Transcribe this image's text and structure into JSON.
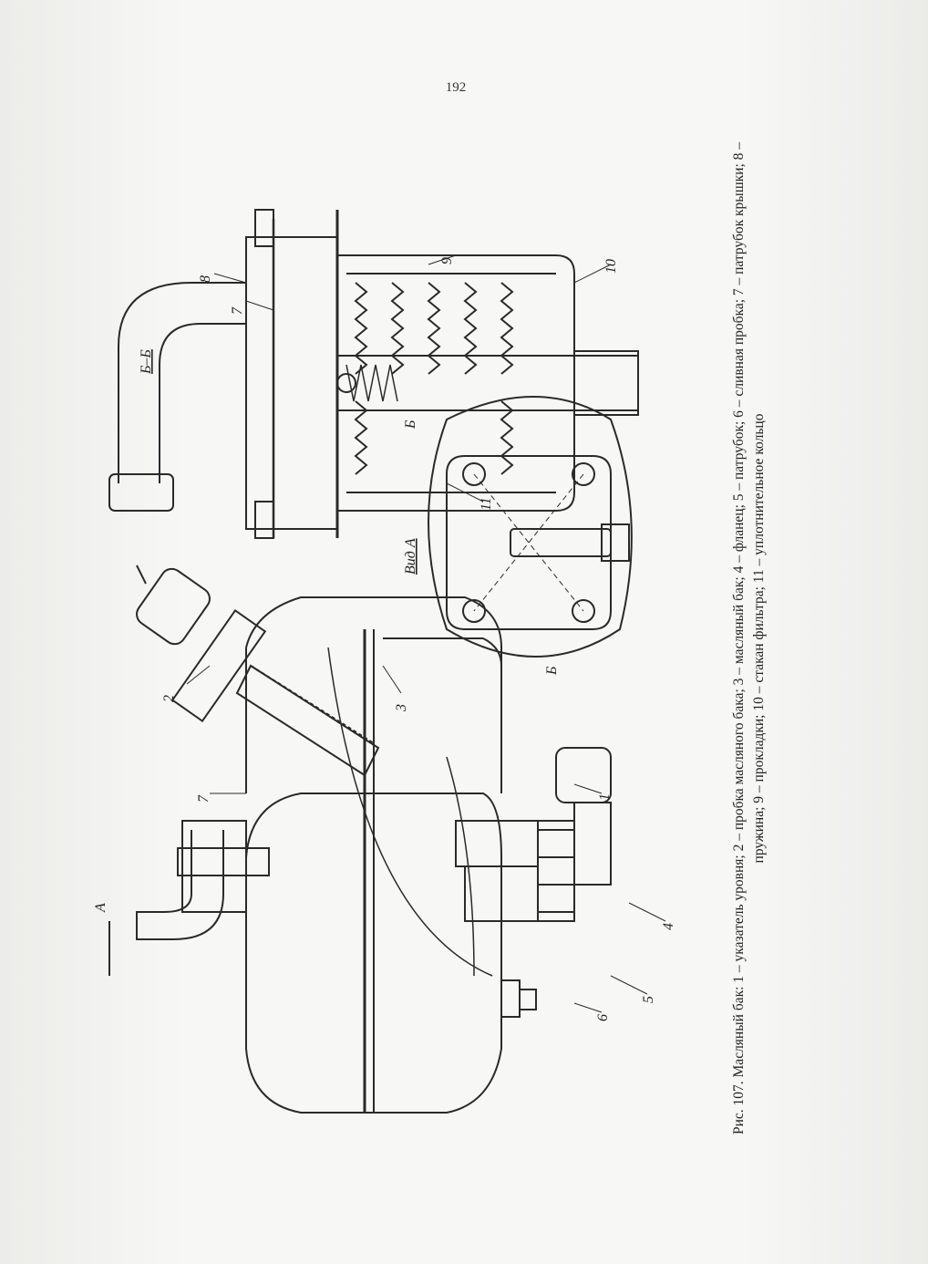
{
  "page": {
    "number": "192"
  },
  "figure": {
    "callouts": [
      "1",
      "2",
      "3",
      "4",
      "5",
      "6",
      "7",
      "8",
      "9",
      "10",
      "11"
    ],
    "section_label": "Б–Б",
    "view_label": "Вид А",
    "arrow_a": "А",
    "arrow_b": "Б"
  },
  "caption": {
    "title": "Рис. 107. Масляный бак:",
    "legend_line1": "1 – указатель уровня; 2 – пробка масляного бака; 3 – масляный бак; 4 – фланец; 5 – патрубок; 6 – сливная пробка; 7 – патрубок",
    "legend_line2": "крышки; 8 – пружина; 9 – прокладки; 10 – стакан фильтра; 11 – уплотнительное кольцо"
  }
}
